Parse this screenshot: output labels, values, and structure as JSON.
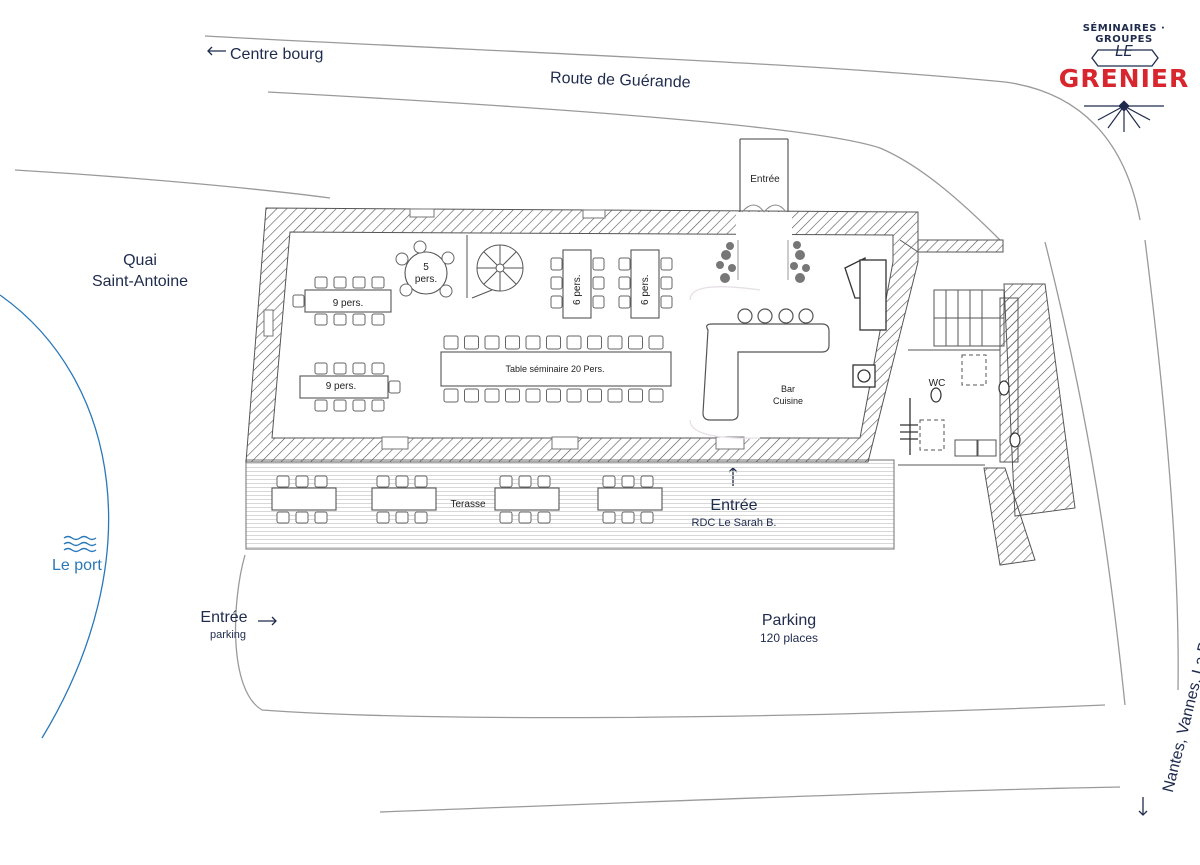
{
  "map": {
    "centre_bourg": "Centre bourg",
    "route_guerande": "Route de Guérande",
    "quai": "Quai",
    "saint_antoine": "Saint-Antoine",
    "le_port": "Le port",
    "entree_top": "Entrée",
    "entree_parking": "Entrée",
    "parking_sub": "parking",
    "parking": "Parking",
    "parking_places": "120 places",
    "nantes": "Nantes, Vannes, La Baule",
    "entree_main": "Entrée",
    "rdc": "RDC Le Sarah B.",
    "terasse": "Terasse",
    "table_seminaire": "Table séminaire 20 Pers.",
    "nine_pers_1": "9 pers.",
    "nine_pers_2": "9 pers.",
    "five": "5",
    "five_pers": "pers.",
    "six_pers_1": "6 pers.",
    "six_pers_2": "6 pers.",
    "bar": "Bar",
    "cuisine": "Cuisine",
    "wc": "WC"
  },
  "logo": {
    "top": "SÉMINAIRES · GROUPES",
    "le": "LE",
    "grenier": "GRENIER"
  },
  "colors": {
    "navy": "#1f2b4d",
    "water_blue": "#2a78b8",
    "logo_red": "#d7262e",
    "line_grey": "#9a9a9a"
  }
}
